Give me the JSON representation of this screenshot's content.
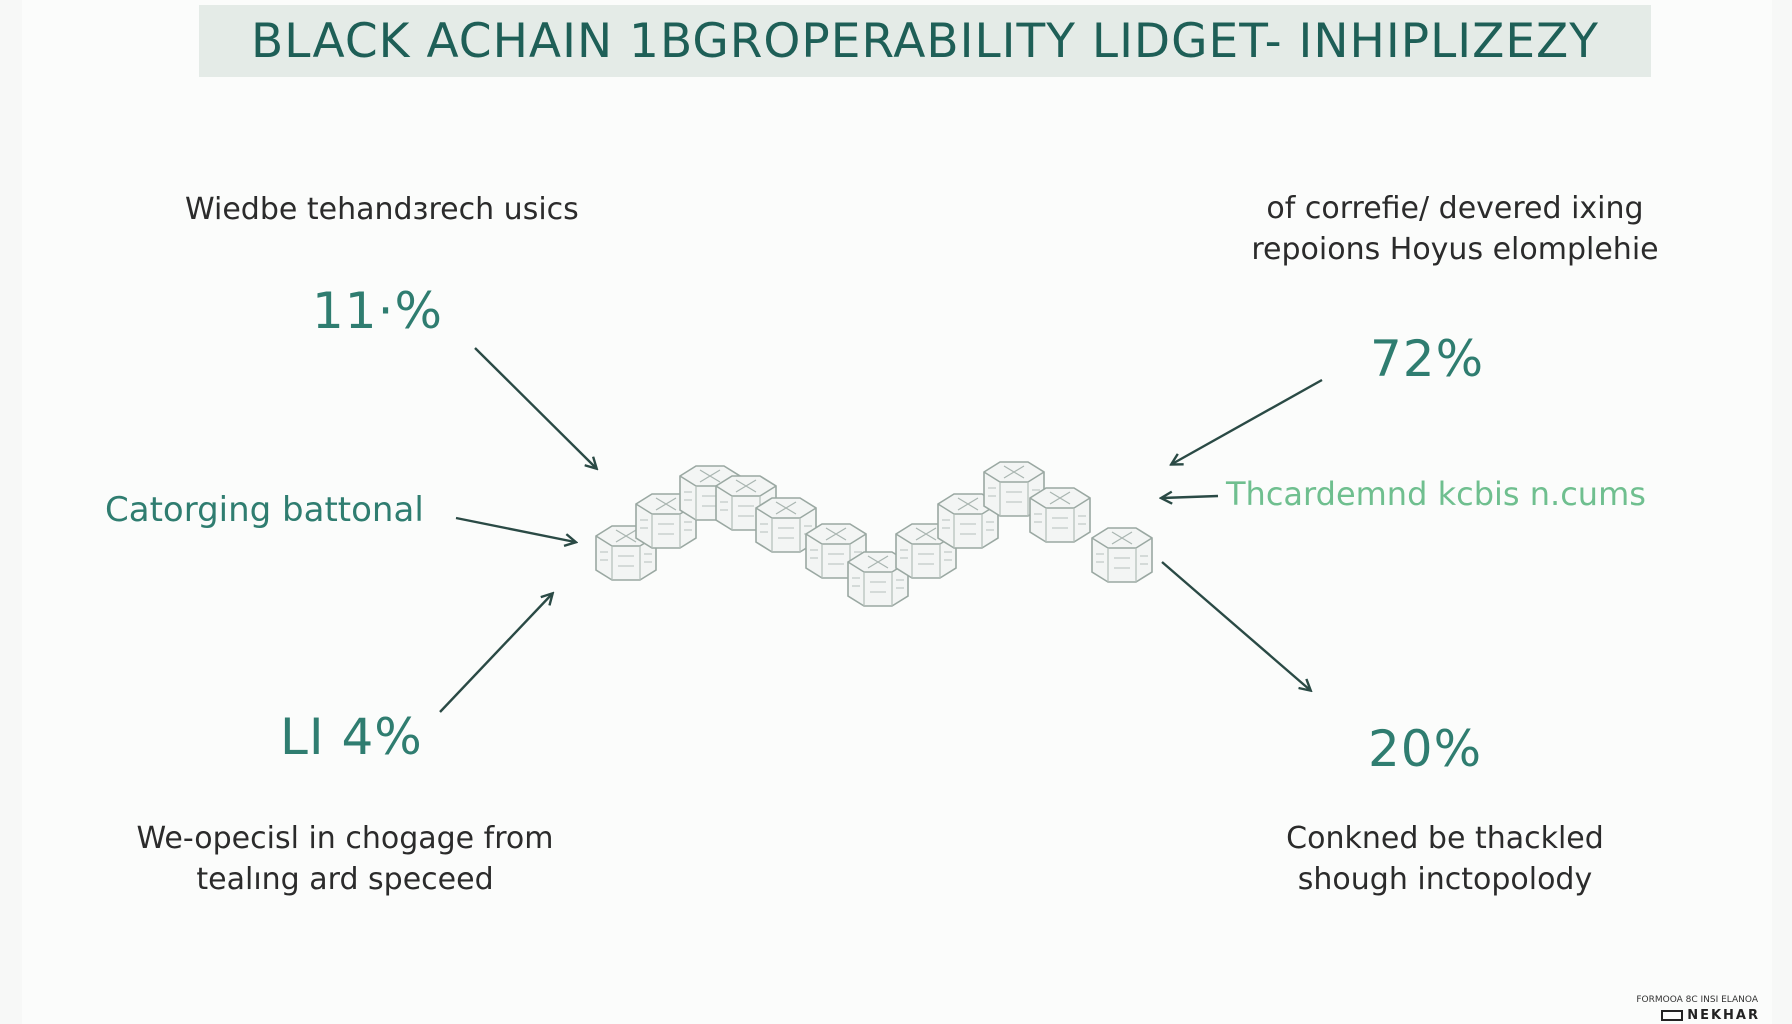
{
  "title": "BLACK  ACHAIN 1BGROPERABILITY LIDGET- INHIPLIZEZY",
  "callouts": {
    "top_left_caption": "Wiedbe tehandзrech usics",
    "top_left_value": "11·%",
    "mid_left_label": "Catorging battonal",
    "bottom_left_value": "LI 4%",
    "bottom_left_caption_line1": "We-opecisl in chogage from",
    "bottom_left_caption_line2": "tealıng ard speceed",
    "top_right_caption_line1": "of correfie/ devered ixing",
    "top_right_caption_line2": "repoions Hoyus elomplehie",
    "top_right_value": "72%",
    "mid_right_label": "Thcardemnd kcbis n.cums",
    "bottom_right_value": "20%",
    "bottom_right_caption_line1": "Conkned be thackled",
    "bottom_right_caption_line2": "shough inctopolody"
  },
  "footer": {
    "small_text": "FORMOOA 8C INSI ELANOA",
    "logo_text": "NEKHAR"
  },
  "colors": {
    "title": "#1e5f57",
    "accent": "#2f7d70",
    "light_green": "#6fbf8f",
    "arrow": "#2a4a45",
    "block_stroke": "#9aa8a2"
  }
}
